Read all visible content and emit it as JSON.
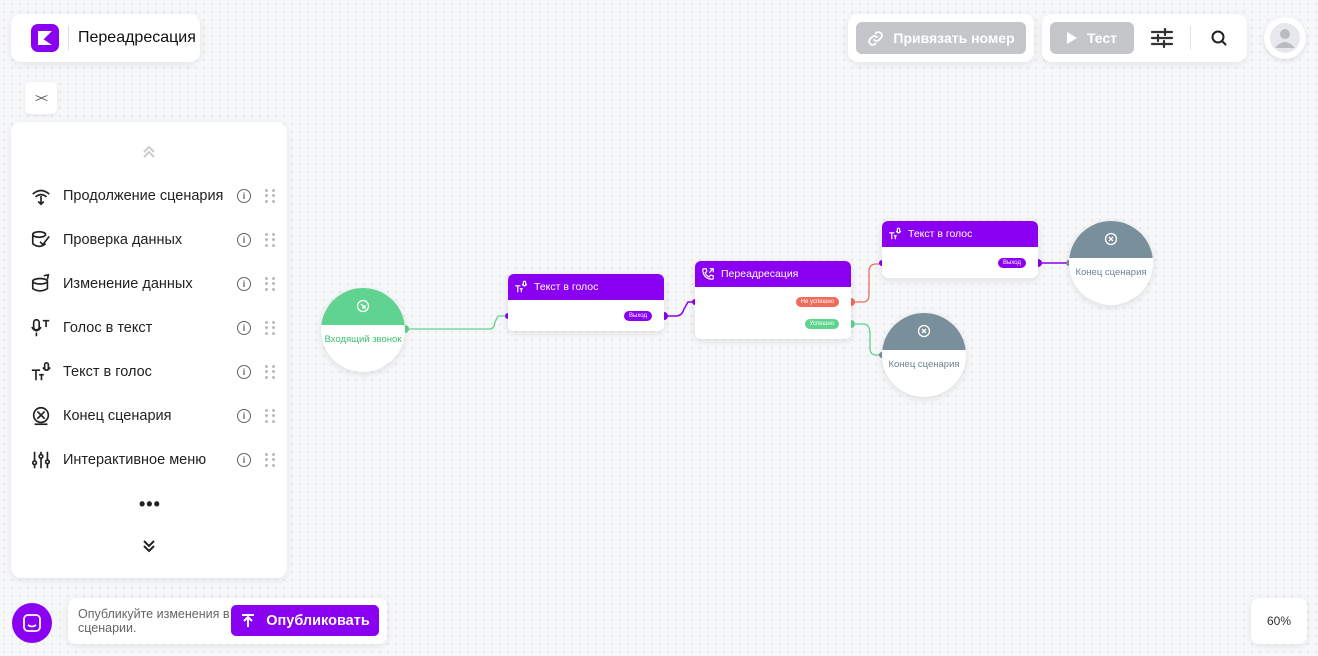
{
  "header": {
    "title": "Переадресация"
  },
  "toolbar": {
    "link_number": "Привязать номер",
    "test": "Тест"
  },
  "sidebar": {
    "items": [
      {
        "label": "Продолжение сценария"
      },
      {
        "label": "Проверка данных"
      },
      {
        "label": "Изменение данных"
      },
      {
        "label": "Голос в текст"
      },
      {
        "label": "Текст в голос"
      },
      {
        "label": "Конец сценария"
      },
      {
        "label": "Интерактивное меню"
      }
    ],
    "more": "•••"
  },
  "publish": {
    "hint": "Опубликуйте изменения в сценарии.",
    "button": "Опубликовать"
  },
  "zoom": "60%",
  "nodes": {
    "start": "Входящий звонок",
    "tts1": {
      "title": "Текст в голос",
      "port": "Выход"
    },
    "redirect": {
      "title": "Переадресация",
      "fail": "Не успешно",
      "success": "Успешно"
    },
    "tts2": {
      "title": "Текст в голос",
      "port": "Выход"
    },
    "end1": "Конец сценария",
    "end2": "Конец сценария"
  },
  "colors": {
    "accent": "#8a00f0",
    "start": "#5fd38f",
    "end": "#7a8f9c",
    "fail": "#ef6b5b",
    "disabled": "#c4c6ca"
  }
}
